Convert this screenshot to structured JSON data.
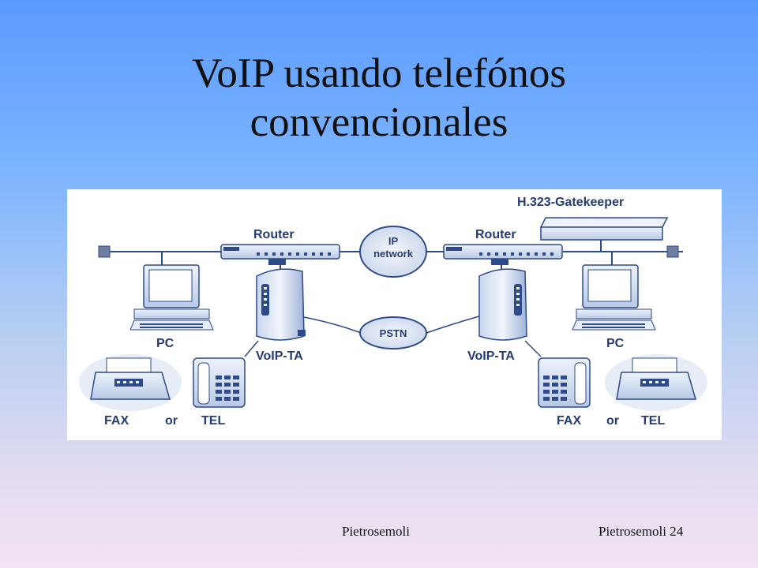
{
  "slide": {
    "title_line1": "VoIP usando telefónos",
    "title_line2": "convencionales",
    "footer_center": "Pietrosemoli",
    "footer_right": "Pietrosemoli 24"
  },
  "diagram": {
    "gatekeeper": "H.323-Gatekeeper",
    "router_left": "Router",
    "router_right": "Router",
    "ip_network_line1": "IP",
    "ip_network_line2": "network",
    "pstn": "PSTN",
    "voip_ta_left": "VoIP-TA",
    "voip_ta_right": "VoIP-TA",
    "pc_left": "PC",
    "pc_right": "PC",
    "fax_left": "FAX",
    "or_left": "or",
    "tel_left": "TEL",
    "fax_right": "FAX",
    "or_right": "or",
    "tel_right": "TEL"
  },
  "colors": {
    "label": "#243b73",
    "device_fill": "#dfe8f7",
    "device_stroke": "#2d4a8a",
    "ellipse_fill": "#c8d6ee"
  }
}
